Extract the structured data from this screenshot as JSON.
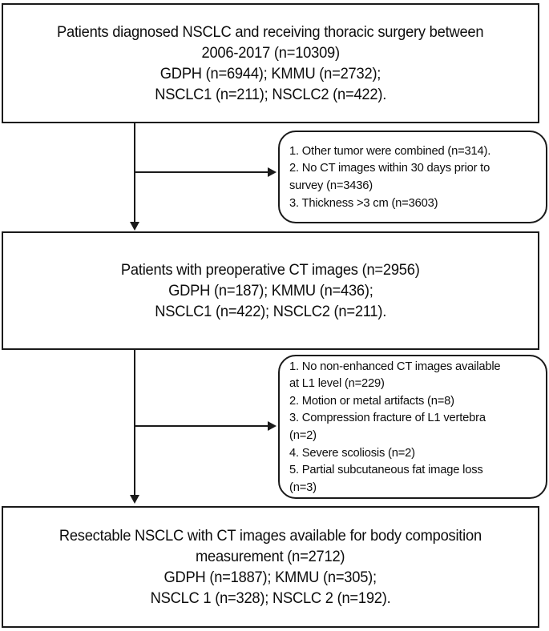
{
  "diagram": {
    "title": "Study population flow diagram (CONSORT-style)",
    "type": "flowchart",
    "stroke_color": "#1a1a1a",
    "background_color": "#ffffff",
    "text_color": "#0d0d0d"
  },
  "boxes": {
    "cohort_initial": {
      "kind": "population-box",
      "lines": [
        "Patients diagnosed NSCLC and receiving thoracic surgery between",
        "2006-2017 (n=10309)",
        "GDPH (n=6944); KMMU (n=2732);",
        "NSCLC1 (n=211); NSCLC2 (n=422)."
      ],
      "total_n": 10309,
      "cohorts": [
        {
          "name": "GDPH",
          "n": 6944
        },
        {
          "name": "KMMU",
          "n": 2732
        },
        {
          "name": "NSCLC1",
          "n": 211
        },
        {
          "name": "NSCLC2",
          "n": 422
        }
      ]
    },
    "cohort_preop": {
      "kind": "population-box",
      "lines": [
        "Patients with preoperative CT images (n=2956)",
        "GDPH (n=187); KMMU (n=436);",
        "NSCLC1 (n=422); NSCLC2 (n=211)."
      ],
      "total_n": 2956,
      "cohorts": [
        {
          "name": "GDPH",
          "n": 187
        },
        {
          "name": "KMMU",
          "n": 436
        },
        {
          "name": "NSCLC1",
          "n": 422
        },
        {
          "name": "NSCLC2",
          "n": 211
        }
      ]
    },
    "cohort_final": {
      "kind": "population-box",
      "lines": [
        "Resectable NSCLC with CT images available for body composition",
        "measurement (n=2712)",
        "GDPH (n=1887); KMMU (n=305);",
        "NSCLC 1 (n=328); NSCLC 2 (n=192)."
      ],
      "total_n": 2712,
      "cohorts": [
        {
          "name": "GDPH",
          "n": 1887
        },
        {
          "name": "KMMU",
          "n": 305
        },
        {
          "name": "NSCLC 1",
          "n": 328
        },
        {
          "name": "NSCLC 2",
          "n": 192
        }
      ]
    },
    "exclusion_1": {
      "kind": "exclusion-box",
      "lines": [
        "1. Other tumor were combined (n=314).",
        "2. No CT images within 30 days prior to",
        "survey (n=3436)",
        "3. Thickness >3 cm (n=3603)"
      ],
      "reasons": [
        {
          "index": "1",
          "text": "Other tumor were combined",
          "n": 314
        },
        {
          "index": "2",
          "text": "No CT images within 30 days prior to survey",
          "n": 3436
        },
        {
          "index": "3",
          "text": "Thickness >3 cm",
          "n": 3603
        }
      ]
    },
    "exclusion_2": {
      "kind": "exclusion-box",
      "lines": [
        "1. No non-enhanced CT images available",
        "at L1 level (n=229)",
        "2. Motion or metal artifacts (n=8)",
        "3. Compression fracture of L1 vertebra",
        "(n=2)",
        "4. Severe scoliosis (n=2)",
        "5. Partial subcutaneous fat image loss",
        "(n=3)"
      ],
      "reasons": [
        {
          "index": "1",
          "text": "No non-enhanced CT images available at L1 level",
          "n": 229
        },
        {
          "index": "2",
          "text": "Motion or metal artifacts",
          "n": 8
        },
        {
          "index": "3",
          "text": "Compression fracture of L1 vertebra",
          "n": 2
        },
        {
          "index": "4",
          "text": "Severe scoliosis",
          "n": 2
        },
        {
          "index": "5",
          "text": "Partial subcutaneous fat image loss",
          "n": 3
        }
      ]
    }
  },
  "connectors": [
    {
      "name": "initial-to-preop",
      "orientation": "vertical",
      "arrowhead": "down"
    },
    {
      "name": "initial-to-exclusion-1",
      "orientation": "horizontal",
      "arrowhead": "right"
    },
    {
      "name": "preop-to-final",
      "orientation": "vertical",
      "arrowhead": "down"
    },
    {
      "name": "preop-to-exclusion-2",
      "orientation": "horizontal",
      "arrowhead": "right"
    }
  ]
}
